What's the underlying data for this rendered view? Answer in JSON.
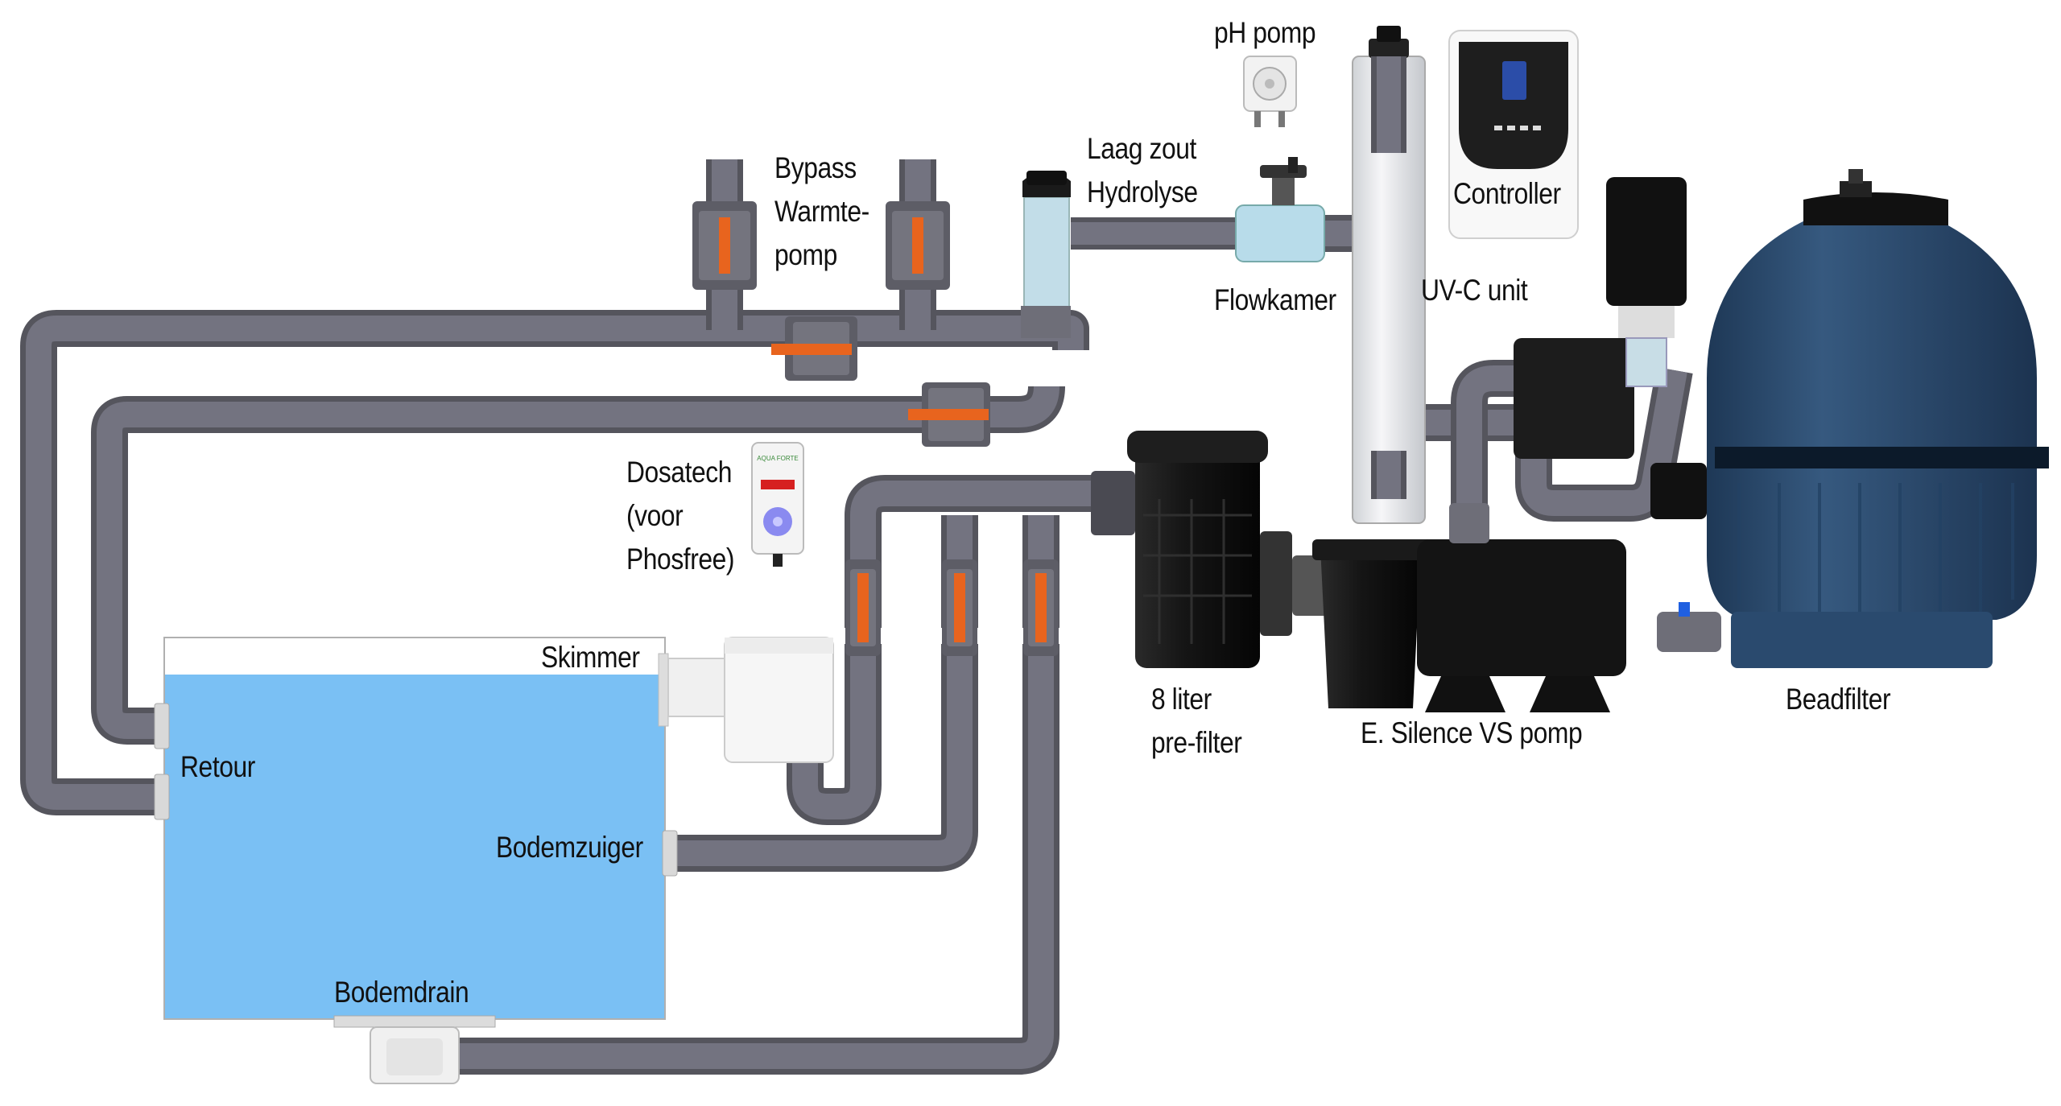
{
  "labels": {
    "ph_pomp": "pH pomp",
    "laag_zout": [
      "Laag zout",
      "Hydrolyse"
    ],
    "bypass": [
      "Bypass",
      "Warmte-",
      "pomp"
    ],
    "controller": "Controller",
    "flowkamer": "Flowkamer",
    "uvc": "UV-C unit",
    "dosatech": [
      "Dosatech",
      "(voor",
      "Phosfree)"
    ],
    "skimmer": "Skimmer",
    "retour": "Retour",
    "bodemzuiger": "Bodemzuiger",
    "bodemdrain": "Bodemdrain",
    "prefilter": [
      "8 liter",
      "pre-filter"
    ],
    "pomp": "E. Silence VS pomp",
    "beadfilter": "Beadfilter"
  },
  "dosatech_logo": "AQUA FORTE",
  "colors": {
    "pipe": "#6e6e78",
    "pipe_dark": "#4a4a52",
    "valve_handle": "#e8641e",
    "pool_water": "#7ac0f4",
    "beadfilter_body": "#2c4c70",
    "pump_black": "#141414"
  }
}
